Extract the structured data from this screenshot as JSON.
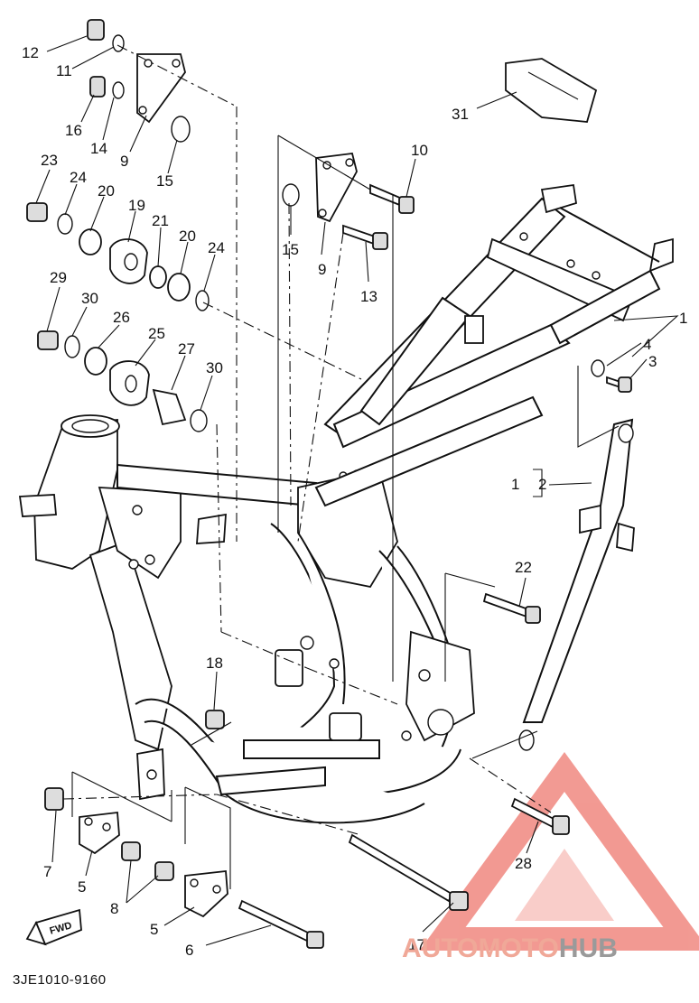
{
  "diagram_code": "3JE1010-9160",
  "fwd_label": "FWD",
  "bracket_label": "1",
  "watermark": {
    "part1": "AUTO",
    "part2": "MOTO",
    "part3": "HUB",
    "accent_color": "#e8473a",
    "secondary_color": "#888888"
  },
  "callouts": {
    "c12": "12",
    "c11": "11",
    "c16": "16",
    "c14": "14",
    "c9a": "9",
    "c15a": "15",
    "c23": "23",
    "c24a": "24",
    "c20a": "20",
    "c19": "19",
    "c21": "21",
    "c20b": "20",
    "c24b": "24",
    "c29": "29",
    "c30a": "30",
    "c26": "26",
    "c25": "25",
    "c27": "27",
    "c30b": "30",
    "c10": "10",
    "c15b": "15",
    "c9b": "9",
    "c13": "13",
    "c31": "31",
    "c1a": "1",
    "c4": "4",
    "c3": "3",
    "c2": "2",
    "c22": "22",
    "c18": "18",
    "c7": "7",
    "c5a": "5",
    "c8": "8",
    "c5b": "5",
    "c6": "6",
    "c28": "28",
    "c17": "17"
  }
}
